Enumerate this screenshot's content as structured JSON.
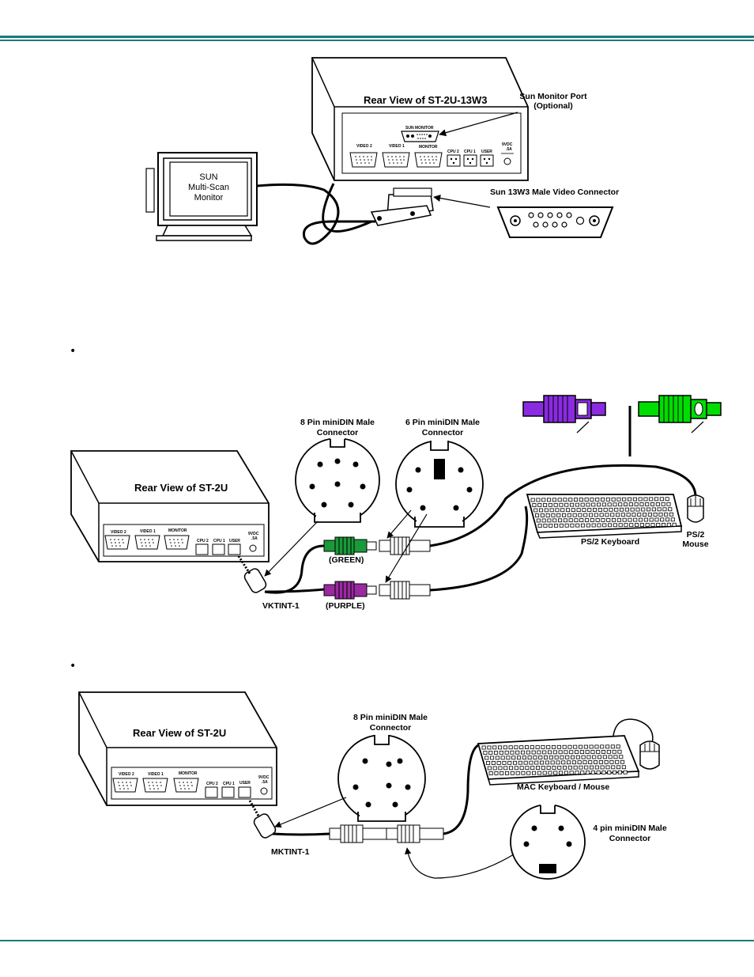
{
  "colors": {
    "rule": "#1a7a7a",
    "green_plug": "#00dd00",
    "purple_plug": "#8a2be2",
    "green_connector": "#1a9a3a",
    "purple_connector": "#9a2aa0"
  },
  "bullets": [
    "•",
    "•"
  ],
  "fig1": {
    "title": "Rear View of ST-2U-13W3",
    "sun_monitor_port": "SUN MONITOR",
    "ports": {
      "video2": "VIDEO 2",
      "video1": "VIDEO 1",
      "monitor": "MONITOR",
      "cpu2": "CPU 2",
      "cpu1": "CPU 1",
      "user": "USER",
      "power_a": "9VDC",
      "power_b": ".5A"
    },
    "monitor_label": [
      "SUN",
      "Multi-Scan",
      "Monitor"
    ],
    "callout_port": [
      "Sun Monitor Port",
      "(Optional)"
    ],
    "callout_connector": "Sun 13W3 Male Video Connector"
  },
  "fig2": {
    "title": "Rear View of ST-2U",
    "ports": {
      "video2": "VIDEO 2",
      "video1": "VIDEO 1",
      "monitor": "MONITOR",
      "cpu2": "CPU 2",
      "cpu1": "CPU 1",
      "user": "USER",
      "power_a": "9VDC",
      "power_b": ".5A"
    },
    "pin8_label": [
      "8 Pin miniDIN Male",
      "Connector"
    ],
    "pin6_label": [
      "6 Pin miniDIN Male",
      "Connector"
    ],
    "green_label": "(GREEN)",
    "purple_label": "(PURPLE)",
    "adapter_label": "VKTINT-1",
    "keyboard_label": "PS/2 Keyboard",
    "mouse_label": [
      "PS/2",
      "Mouse"
    ]
  },
  "fig3": {
    "title": "Rear View of ST-2U",
    "ports": {
      "video2": "VIDEO 2",
      "video1": "VIDEO 1",
      "monitor": "MONITOR",
      "cpu2": "CPU 2",
      "cpu1": "CPU 1",
      "user": "USER",
      "power_a": "9VDC",
      "power_b": ".5A"
    },
    "pin8_label": [
      "8 Pin miniDIN Male",
      "Connector"
    ],
    "pin4_label": [
      "4 pin miniDIN Male",
      "Connector"
    ],
    "adapter_label": "MKTINT-1",
    "keyboard_label": "MAC Keyboard / Mouse"
  }
}
